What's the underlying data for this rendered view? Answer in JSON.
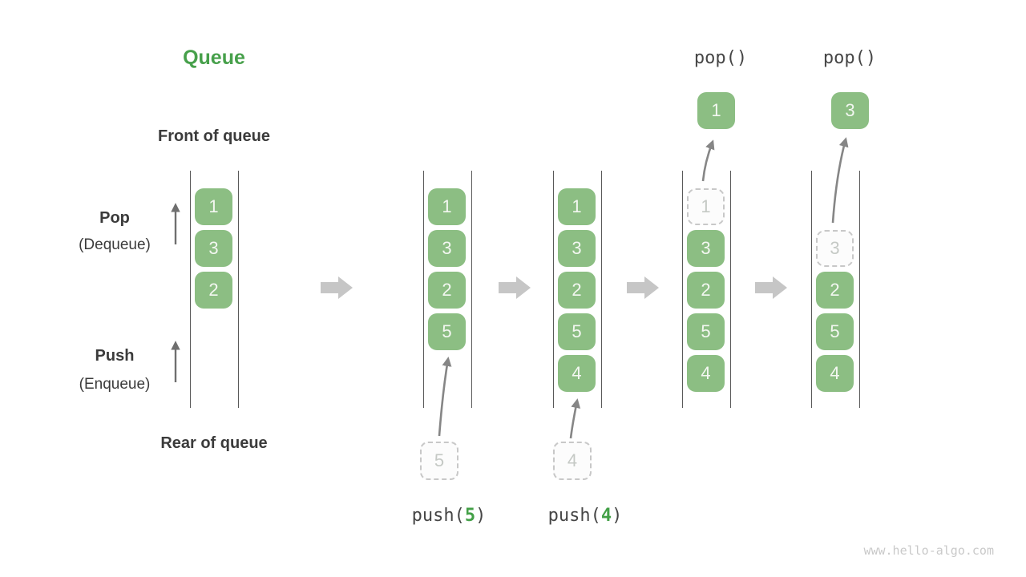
{
  "title": "Queue",
  "watermark": "www.hello-algo.com",
  "side_labels": {
    "front_of_queue": "Front of queue",
    "rear_of_queue": "Rear of queue",
    "pop": "Pop",
    "pop_alias": "(Dequeue)",
    "push": "Push",
    "push_alias": "(Enqueue)"
  },
  "columns": [
    {
      "name": "state-1",
      "slots": [
        "1",
        "3",
        "2"
      ]
    },
    {
      "name": "state-2",
      "slots": [
        "1",
        "3",
        "2",
        "5"
      ]
    },
    {
      "name": "state-3",
      "slots": [
        "1",
        "3",
        "2",
        "5",
        "4"
      ]
    },
    {
      "name": "state-4",
      "ghost_slot": "1",
      "slots": [
        "3",
        "2",
        "5",
        "4"
      ]
    },
    {
      "name": "state-5",
      "ghost_slot": "3",
      "slots": [
        "2",
        "5",
        "4"
      ]
    }
  ],
  "operations": {
    "push5": {
      "pre": "push(",
      "arg": "5",
      "post": ")",
      "ghost_value": "5"
    },
    "push4": {
      "pre": "push(",
      "arg": "4",
      "post": ")",
      "ghost_value": "4"
    },
    "pop1": {
      "label": "pop()",
      "popped_value": "1"
    },
    "pop2": {
      "label": "pop()",
      "popped_value": "3"
    }
  },
  "colors": {
    "title_green": "#47a04b",
    "box_green": "#8cbe83",
    "box_number_text": "#f3f7f1",
    "code_arg_green": "#43a047",
    "label_dark": "#3b3b3b",
    "code_dark": "#464646",
    "queue_line": "#595959",
    "ghost_border": "#c8c8c8",
    "ghost_text": "#c5c9c5",
    "curved_arrow": "#868686",
    "small_arrow": "#6f6f6f",
    "block_arrow": "#c6c6c6",
    "watermark": "#c9c9c9",
    "background": "#ffffff"
  }
}
